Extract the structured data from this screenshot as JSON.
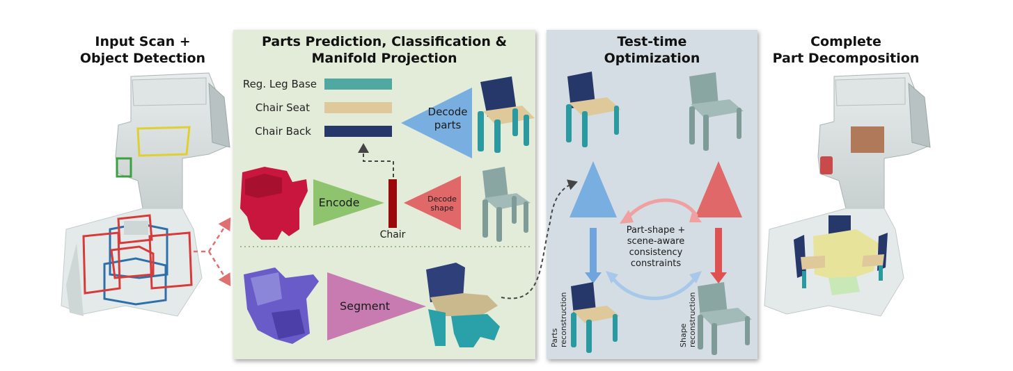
{
  "stages": {
    "input": {
      "line1": "Input Scan +",
      "line2": "Object Detection"
    },
    "parts": {
      "line1": "Parts Prediction, Classification &",
      "line2": "Manifold Projection"
    },
    "opt": {
      "line1": "Test-time",
      "line2": "Optimization"
    },
    "complete": {
      "line1": "Complete",
      "line2": "Part Decomposition"
    }
  },
  "legend": [
    {
      "label": "Reg. Leg Base",
      "color": "#4fa8a2"
    },
    {
      "label": "Chair Seat",
      "color": "#dfc89a"
    },
    {
      "label": "Chair Back",
      "color": "#26386a"
    }
  ],
  "blocks": {
    "decode_parts": {
      "line1": "Decode",
      "line2": "parts",
      "color": "#79aee0"
    },
    "encode": {
      "label": "Encode",
      "color": "#8fc46f"
    },
    "decode_shape": {
      "line1": "Decode",
      "line2": "shape",
      "color": "#e06868"
    },
    "segment": {
      "label": "Segment",
      "color": "#c77bb0"
    },
    "latent": {
      "label": "Chair",
      "color": "#9b0a0a"
    }
  },
  "optimization": {
    "constraint_lines": [
      "Part-shape +",
      "scene-aware",
      "consistency",
      "constraints"
    ],
    "parts_recon": [
      "Parts",
      "reconstruction"
    ],
    "shape_recon": [
      "Shape",
      "reconstruction"
    ]
  },
  "colors": {
    "panel_green": "#e2ecd9",
    "panel_blue": "#d4dde3",
    "chair_back": "#26386a",
    "chair_seat": "#dfc89a",
    "chair_leg": "#2a9aa0",
    "chair_shape": "#8aa6a3",
    "scan_gray": "#d6dcdc",
    "box_red": "#d83a3a",
    "box_blue": "#2e6fa8",
    "box_yellow": "#e0cf30",
    "box_green": "#3aa040"
  }
}
